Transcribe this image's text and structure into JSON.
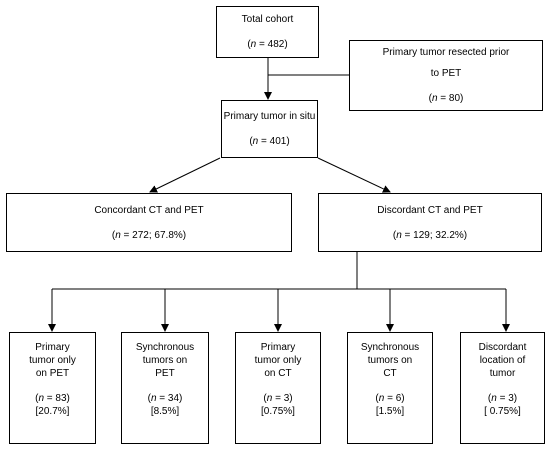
{
  "title": "",
  "nodes": {
    "total": {
      "line1": "Total cohort",
      "n": "482"
    },
    "resected": {
      "line1": "Primary tumor resected prior",
      "line2": "to PET",
      "n": "80"
    },
    "insitu": {
      "line1": "Primary tumor in situ",
      "n": "401"
    },
    "concordant": {
      "line1": "Concordant CT and PET",
      "n": "272",
      "pct": "67.8%"
    },
    "discordant": {
      "line1": "Discordant CT and PET",
      "n": "129",
      "pct": "32.2%"
    },
    "pt_pet": {
      "line1": "Primary",
      "line2": "tumor only",
      "line3": "on PET",
      "n": "83",
      "pct": "[20.7%]"
    },
    "sync_pet": {
      "line1": "Synchronous",
      "line2": "tumors on",
      "line3": "PET",
      "n": "34",
      "pct": "[8.5%]"
    },
    "pt_ct": {
      "line1": "Primary",
      "line2": "tumor only",
      "line3": "on CT",
      "n": "3",
      "pct": "[0.75%]"
    },
    "sync_ct": {
      "line1": "Synchronous",
      "line2": "tumors on",
      "line3": "CT",
      "n": "6",
      "pct": "[1.5%]"
    },
    "disc_loc": {
      "line1": "Discordant",
      "line2": "location of",
      "line3": "tumor",
      "n": "3",
      "pct": "[ 0.75%]"
    }
  },
  "colors": {
    "stroke": "#000000",
    "fill": "#ffffff",
    "text": "#000000"
  }
}
